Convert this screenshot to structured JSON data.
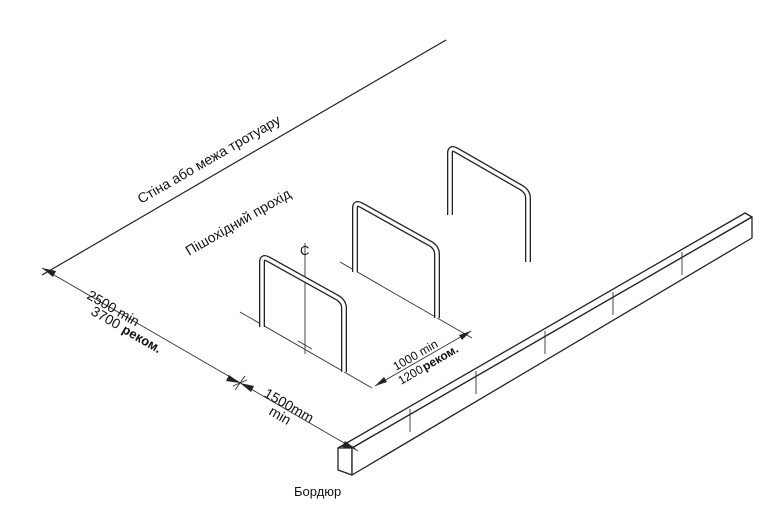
{
  "labels": {
    "wall": "Стіна або межа тротуару",
    "walkway": "Пішохідний прохід",
    "centerline": "C",
    "dim_total_min": "2500 min",
    "dim_total_rec_num": "3700",
    "dim_total_rec_word": "рекoм.",
    "dim_spacing_min": "1000 min",
    "dim_spacing_rec_num": "1200",
    "dim_spacing_rec_word": "реком.",
    "dim_curb_value": "1500mm",
    "dim_curb_min": "min",
    "curb": "Бордюр"
  }
}
